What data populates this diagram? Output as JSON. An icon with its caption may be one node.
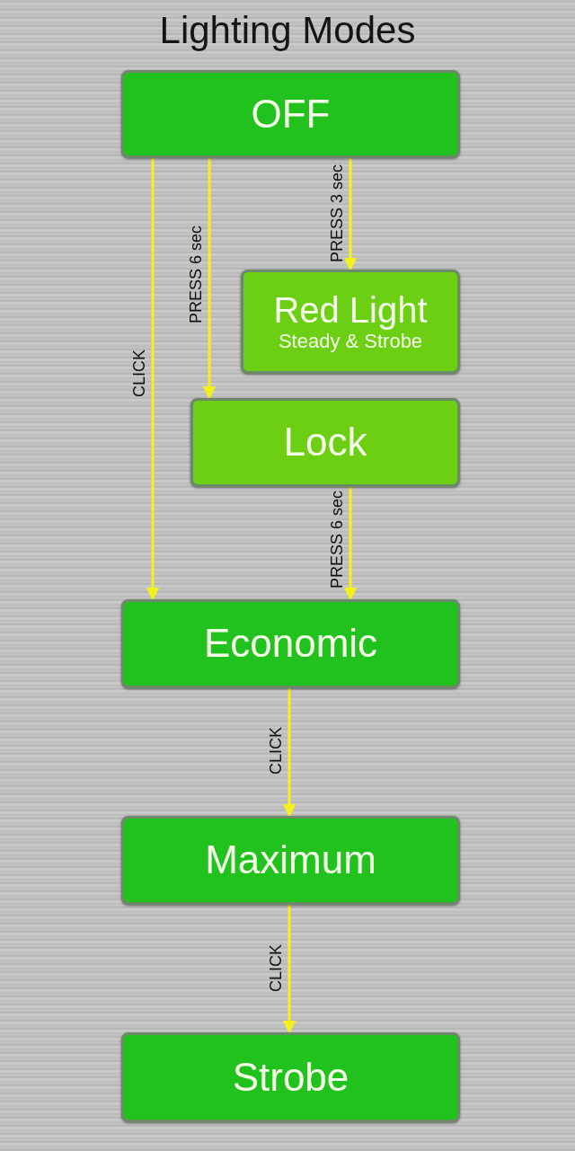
{
  "diagram": {
    "title": "Lighting Modes",
    "nodes": [
      {
        "text": [
          "OFF"
        ]
      },
      {
        "text": [
          "Red Light",
          "Steady & Strobe"
        ]
      },
      {
        "text": [
          "Lock"
        ]
      },
      {
        "text": [
          "Economic"
        ]
      },
      {
        "text": [
          "Maximum"
        ]
      },
      {
        "text": [
          "Strobe"
        ]
      }
    ],
    "edges": [
      {
        "from": 0,
        "to": 3,
        "arrow": "to",
        "label": "CLICK"
      },
      {
        "from": 0,
        "to": 2,
        "arrow": "to",
        "label": "PRESS 6 sec"
      },
      {
        "from": 0,
        "to": 1,
        "arrow": "to",
        "label": "PRESS 3 sec"
      },
      {
        "from": 2,
        "to": 3,
        "arrow": "to",
        "label": "PRESS 6 sec"
      },
      {
        "from": 3,
        "to": 4,
        "arrow": "to",
        "label": "CLICK"
      },
      {
        "from": 4,
        "to": 5,
        "arrow": "to",
        "label": "CLICK"
      }
    ]
  }
}
